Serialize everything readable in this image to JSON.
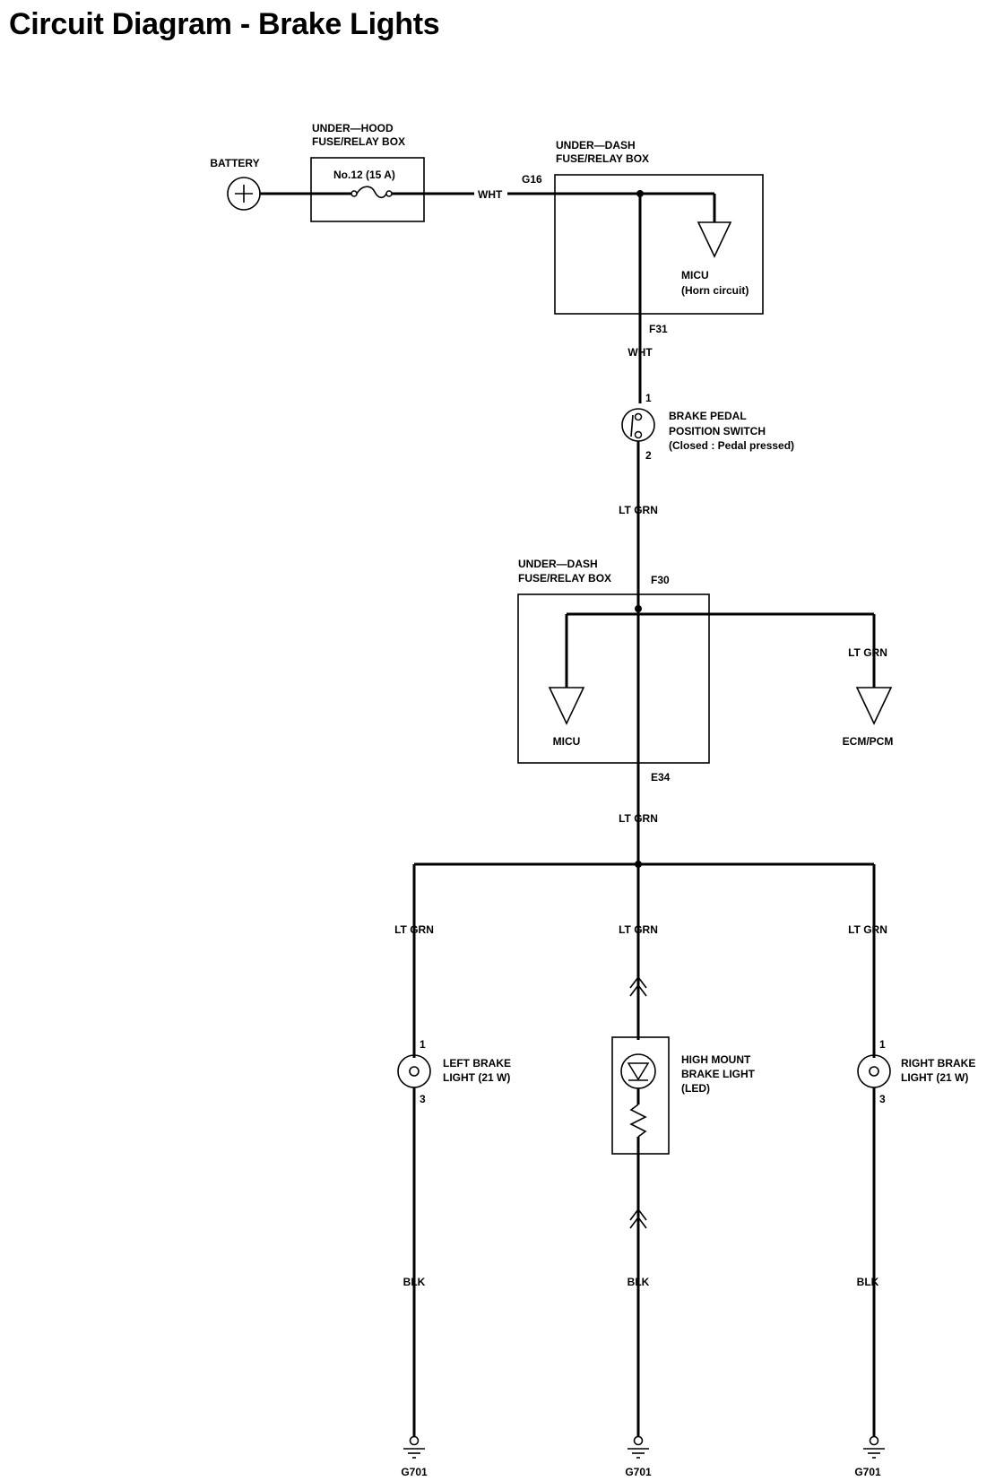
{
  "title": "Circuit Diagram - Brake Lights",
  "battery": {
    "label": "BATTERY"
  },
  "underhood_box": {
    "line1": "UNDER—HOOD",
    "line2": "FUSE/RELAY BOX",
    "fuse": "No.12 (15 A)"
  },
  "underdash_box_top": {
    "line1": "UNDER—DASH",
    "line2": "FUSE/RELAY BOX",
    "terminal_in": "G16",
    "terminal_out": "F31",
    "micu": "MICU",
    "micu_note": "(Horn circuit)"
  },
  "brake_switch": {
    "pin_top": "1",
    "pin_bottom": "2",
    "line1": "BRAKE PEDAL",
    "line2": "POSITION SWITCH",
    "line3": "(Closed : Pedal pressed)"
  },
  "underdash_box_mid": {
    "line1": "UNDER—DASH",
    "line2": "FUSE/RELAY BOX",
    "terminal_in": "F30",
    "terminal_out": "E34",
    "micu": "MICU"
  },
  "ecm": {
    "label": "ECM/PCM"
  },
  "wires": {
    "wht_1": "WHT",
    "wht_2": "WHT",
    "ltgrn_switch": "LT GRN",
    "ltgrn_ecm": "LT GRN",
    "ltgrn_trunk": "LT GRN",
    "ltgrn_left": "LT GRN",
    "ltgrn_center": "LT GRN",
    "ltgrn_right": "LT GRN",
    "blk_left": "BLK",
    "blk_center": "BLK",
    "blk_right": "BLK"
  },
  "left_light": {
    "pin_top": "1",
    "pin_bottom": "3",
    "line1": "LEFT BRAKE",
    "line2": "LIGHT (21 W)"
  },
  "high_mount": {
    "line1": "HIGH MOUNT",
    "line2": "BRAKE LIGHT",
    "line3": "(LED)"
  },
  "right_light": {
    "pin_top": "1",
    "pin_bottom": "3",
    "line1": "RIGHT BRAKE",
    "line2": "LIGHT (21 W)"
  },
  "grounds": {
    "left": "G701",
    "center": "G701",
    "right": "G701"
  },
  "icons": [
    "battery-icon",
    "fuse-icon",
    "ground-arrow-icon",
    "switch-icon",
    "bulb-icon",
    "led-icon",
    "resistor-icon",
    "connector-icon",
    "ground-icon"
  ]
}
